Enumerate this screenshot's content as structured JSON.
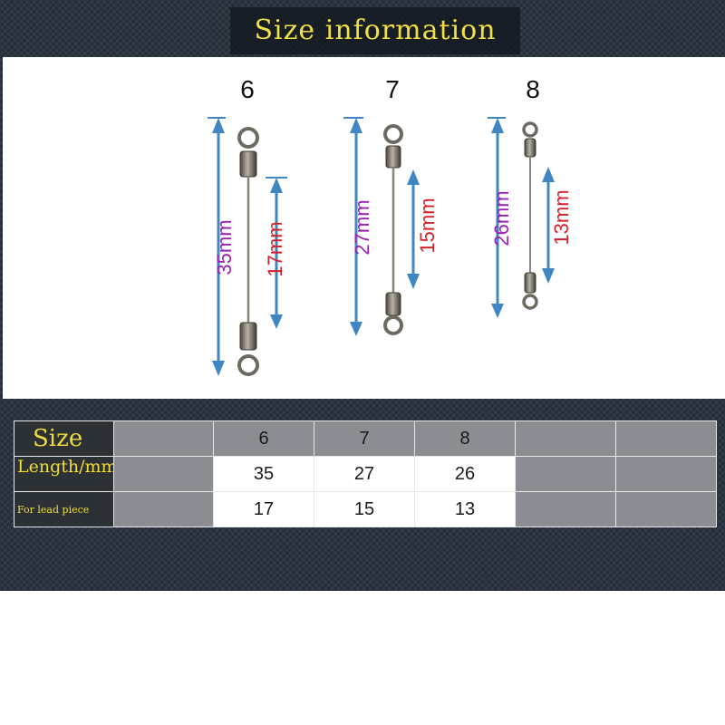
{
  "title": "Size information",
  "diagram": {
    "items": [
      {
        "size": "6",
        "total": "35mm",
        "lead": "17mm"
      },
      {
        "size": "7",
        "total": "27mm",
        "lead": "15mm"
      },
      {
        "size": "8",
        "total": "26mm",
        "lead": "13mm"
      }
    ],
    "colors": {
      "arrow": "#3f86c2",
      "total_label": "#9a1fb2",
      "lead_label": "#d6202a",
      "metal": "#6f6a5f"
    }
  },
  "table": {
    "rows": [
      {
        "label": "Size",
        "values": [
          "6",
          "7",
          "8"
        ]
      },
      {
        "label": "Length/mm",
        "values": [
          "35",
          "27",
          "26"
        ]
      },
      {
        "label": "For lead piece",
        "values": [
          "17",
          "15",
          "13"
        ]
      }
    ]
  }
}
